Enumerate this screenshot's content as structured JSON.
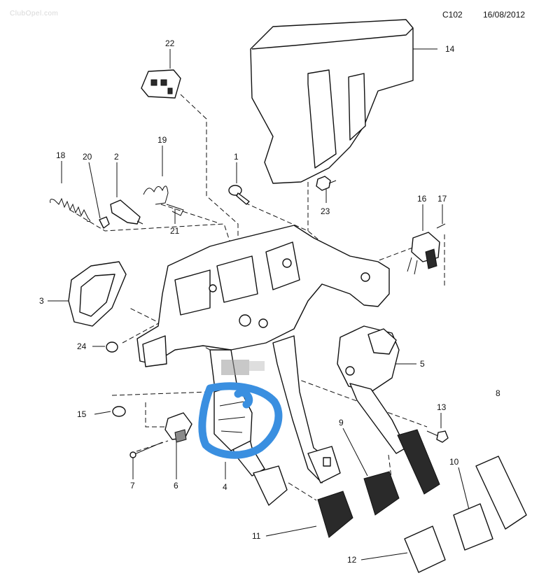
{
  "header": {
    "code": "C102",
    "date": "16/08/2012",
    "watermark": "ClubOpel.com"
  },
  "callouts": [
    {
      "id": "c14",
      "number": "14"
    },
    {
      "id": "c22",
      "number": "22"
    },
    {
      "id": "c18",
      "number": "18"
    },
    {
      "id": "c20",
      "number": "20"
    },
    {
      "id": "c2",
      "number": "2"
    },
    {
      "id": "c19",
      "number": "19"
    },
    {
      "id": "c1",
      "number": "1"
    },
    {
      "id": "c23",
      "number": "23"
    },
    {
      "id": "c16",
      "number": "16"
    },
    {
      "id": "c17",
      "number": "17"
    },
    {
      "id": "c21",
      "number": "21"
    },
    {
      "id": "c3",
      "number": "3"
    },
    {
      "id": "c24",
      "number": "24"
    },
    {
      "id": "c5",
      "number": "5"
    },
    {
      "id": "c13",
      "number": "13"
    },
    {
      "id": "c8",
      "number": "8"
    },
    {
      "id": "c15",
      "number": "15"
    },
    {
      "id": "c9",
      "number": "9"
    },
    {
      "id": "c10",
      "number": "10"
    },
    {
      "id": "c7",
      "number": "7"
    },
    {
      "id": "c6",
      "number": "6"
    },
    {
      "id": "c4",
      "number": "4"
    },
    {
      "id": "c11",
      "number": "11"
    },
    {
      "id": "c12",
      "number": "12"
    }
  ],
  "highlight": {
    "color": "#3a8fe0"
  }
}
